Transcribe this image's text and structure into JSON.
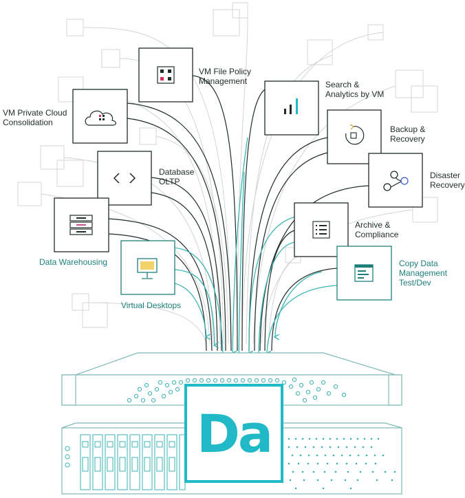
{
  "labels": {
    "vm_file_policy": "VM File Policy\nManagement",
    "search_analytics": "Search &\nAnalytics by VM",
    "vm_private_cloud": "VM Private Cloud\nConsolidation",
    "backup_recovery": "Backup &\nRecovery",
    "database_oltp": "Database\nOLTP",
    "disaster_recovery": "Disaster\nRecovery",
    "data_warehousing": "Data Warehousing",
    "archive_compliance": "Archive &\nCompliance",
    "virtual_desktops": "Virtual Desktops",
    "copy_data": "Copy Data\nManagement\nTest/Dev"
  },
  "logo": {
    "text": "Da"
  },
  "colors": {
    "teal": "#1d7f7c",
    "accent": "#21b9c7",
    "dark": "#1f2b2a",
    "line": "#cfcfcf"
  }
}
